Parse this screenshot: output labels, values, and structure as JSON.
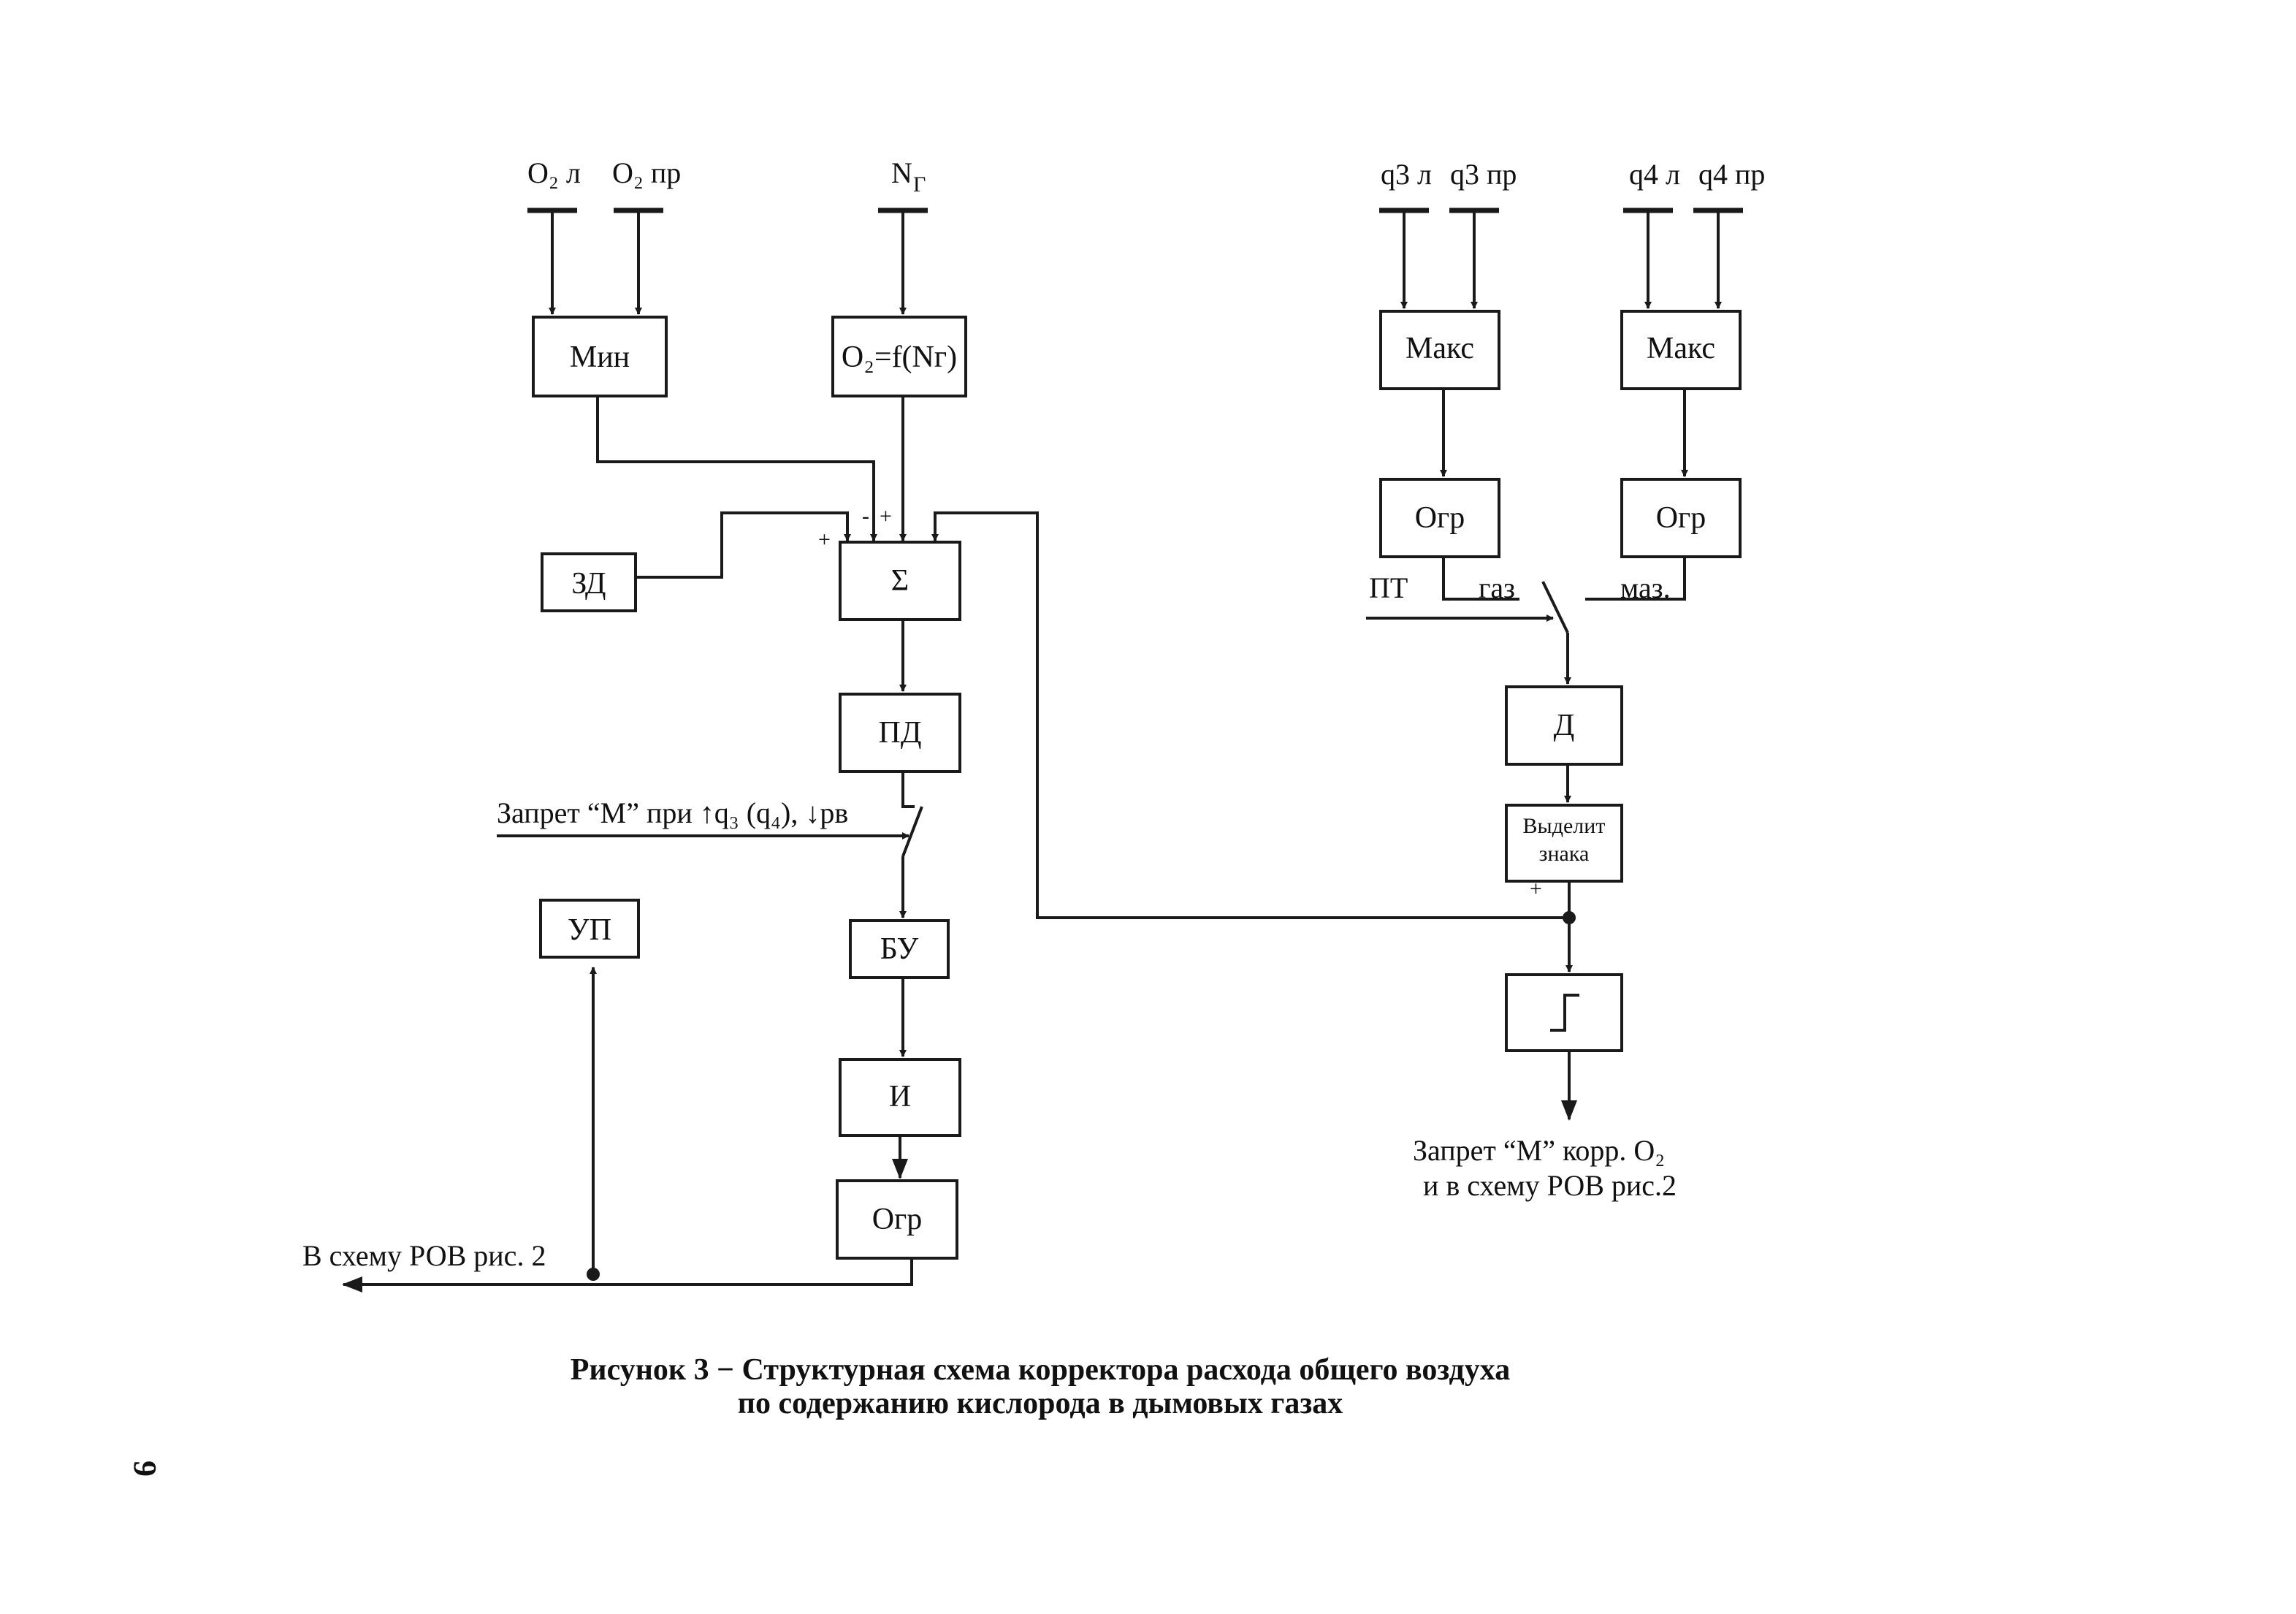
{
  "inputs": {
    "o2_l": "O₂ л",
    "o2_pr": "O₂ пр",
    "n_g": "N",
    "n_g_sub": "Г",
    "q3_l": "q3 л",
    "q3_pr": "q3 пр",
    "q4_l": "q4 л",
    "q4_pr": "q4 пр"
  },
  "blocks": {
    "min": "Мин",
    "o2_func": "O₂=f(Nг)",
    "zd": "ЗД",
    "sum": "Σ",
    "pd": "ПД",
    "bu": "БУ",
    "i": "И",
    "ogr_left": "Огр",
    "up": "УП",
    "maks1": "Макс",
    "maks2": "Макс",
    "ogr_q3": "Огр",
    "ogr_q4": "Огр",
    "d": "Д",
    "sign_1": "Выделит",
    "sign_2": "знака",
    "relay": "⌠"
  },
  "signs": {
    "sum_minus": "-",
    "sum_plus_a": "+",
    "sum_plus_b": "+",
    "sign_plus": "+"
  },
  "labels": {
    "zapret_m_q": "Запрет “М” при ↑q₃ (q₄), ↓pв",
    "pt": "ПТ",
    "gaz": "газ",
    "maz": "маз.",
    "to_rov": "В схему РОВ  рис. 2",
    "zapret_out_1": "Запрет “М” корр. O₂",
    "zapret_out_2": "и в схему РОВ рис.2"
  },
  "caption": {
    "line1": "Рисунок 3 − Структурная схема корректора расхода общего воздуха",
    "line2": "по содержанию кислорода в дымовых газах"
  },
  "page_number": "9"
}
